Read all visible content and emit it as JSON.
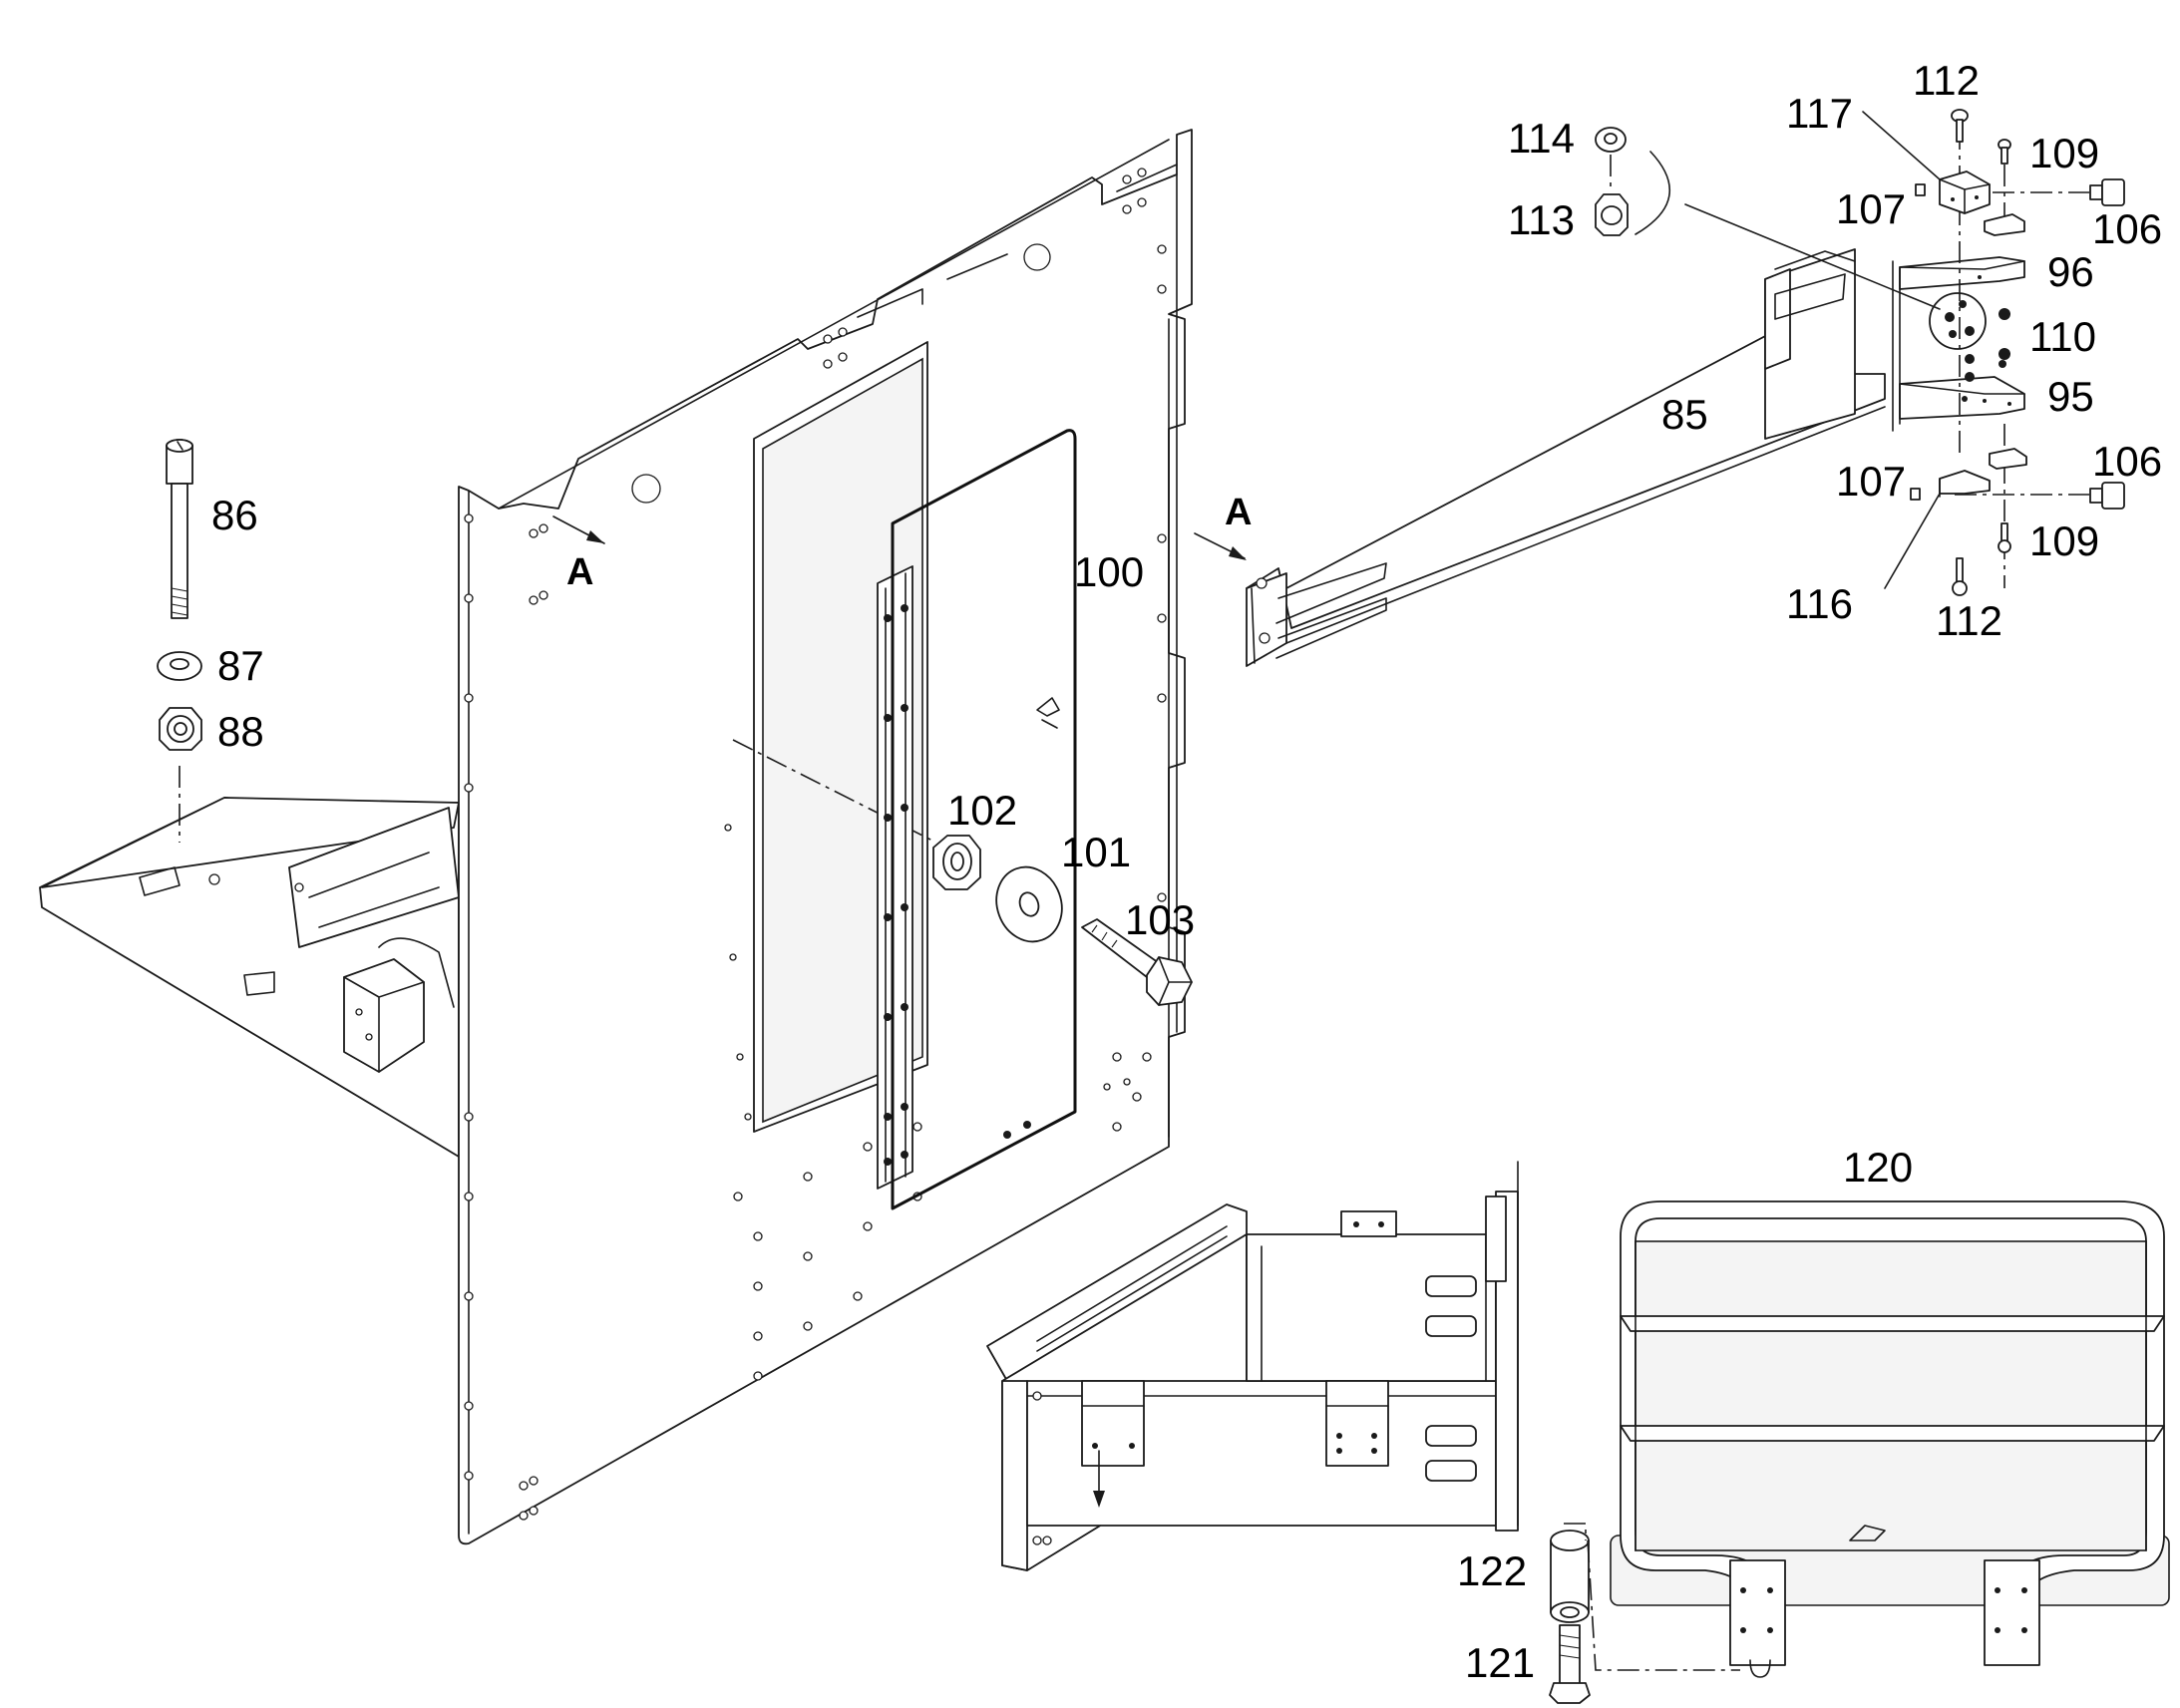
{
  "diagram": {
    "view_marker": "A",
    "callouts": {
      "c85": "85",
      "c86": "86",
      "c87": "87",
      "c88": "88",
      "c95": "95",
      "c96": "96",
      "c100": "100",
      "c101": "101",
      "c102": "102",
      "c103": "103",
      "c106a": "106",
      "c106b": "106",
      "c107a": "107",
      "c107b": "107",
      "c109a": "109",
      "c109b": "109",
      "c110": "110",
      "c112a": "112",
      "c112b": "112",
      "c113": "113",
      "c114": "114",
      "c116": "116",
      "c117": "117",
      "c120": "120",
      "c121": "121",
      "c122": "122"
    }
  }
}
